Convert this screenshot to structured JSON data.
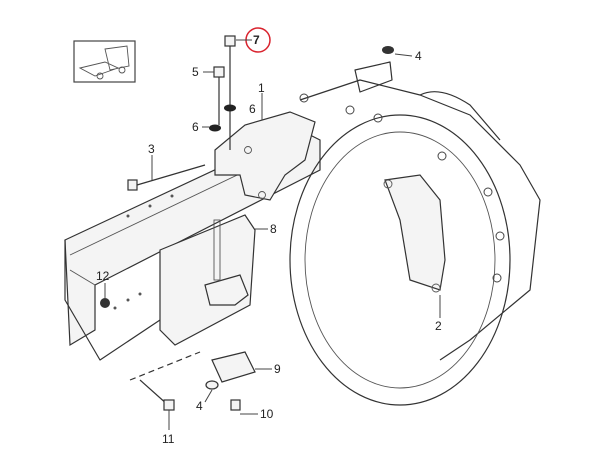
{
  "diagram": {
    "callouts": [
      {
        "id": "7",
        "label": "7",
        "highlighted": true
      },
      {
        "id": "4a",
        "label": "4"
      },
      {
        "id": "5",
        "label": "5"
      },
      {
        "id": "1",
        "label": "1"
      },
      {
        "id": "6a",
        "label": "6"
      },
      {
        "id": "6b",
        "label": "6"
      },
      {
        "id": "3",
        "label": "3"
      },
      {
        "id": "8",
        "label": "8"
      },
      {
        "id": "12",
        "label": "12"
      },
      {
        "id": "2",
        "label": "2"
      },
      {
        "id": "9",
        "label": "9"
      },
      {
        "id": "4b",
        "label": "4"
      },
      {
        "id": "10",
        "label": "10"
      },
      {
        "id": "11",
        "label": "11"
      }
    ],
    "highlight_color": "#d9232e"
  }
}
